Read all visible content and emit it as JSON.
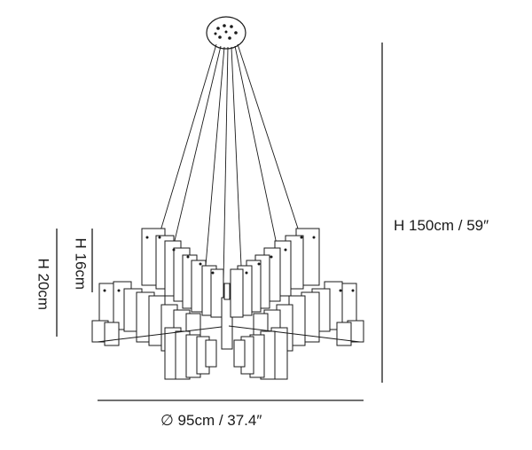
{
  "dimensions": {
    "overall_height": "H 150cm / 59″",
    "shade_height_small": "H 16cm",
    "shade_height_large": "H 20cm",
    "diameter": "∅ 95cm / 37.4″"
  },
  "colors": {
    "line": "#1a1a1a",
    "fill": "#ffffff"
  }
}
